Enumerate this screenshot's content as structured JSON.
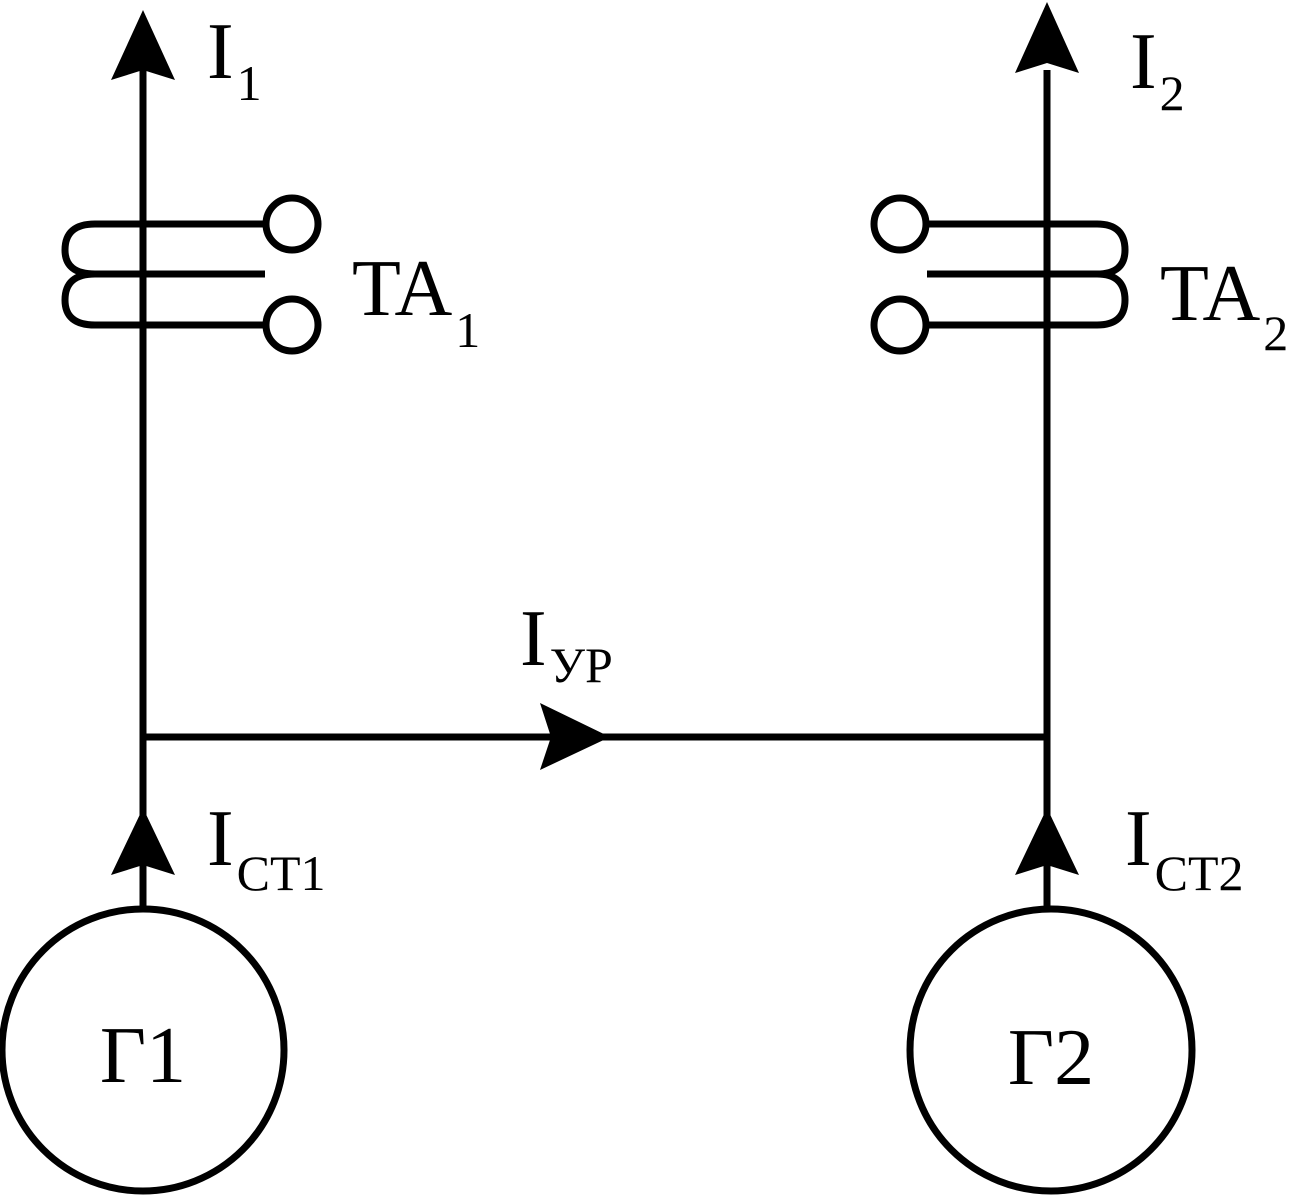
{
  "labels": {
    "i1": {
      "main": "I",
      "sub": "1"
    },
    "i2": {
      "main": "I",
      "sub": "2"
    },
    "ta1": {
      "main": "TA",
      "sub": "1"
    },
    "ta2": {
      "main": "TA",
      "sub": "2"
    },
    "iur": {
      "main": "I",
      "sub": "УР"
    },
    "ist1": {
      "main": "I",
      "sub": "СТ1"
    },
    "ist2": {
      "main": "I",
      "sub": "СТ2"
    },
    "g1": "Г1",
    "g2": "Г2"
  }
}
